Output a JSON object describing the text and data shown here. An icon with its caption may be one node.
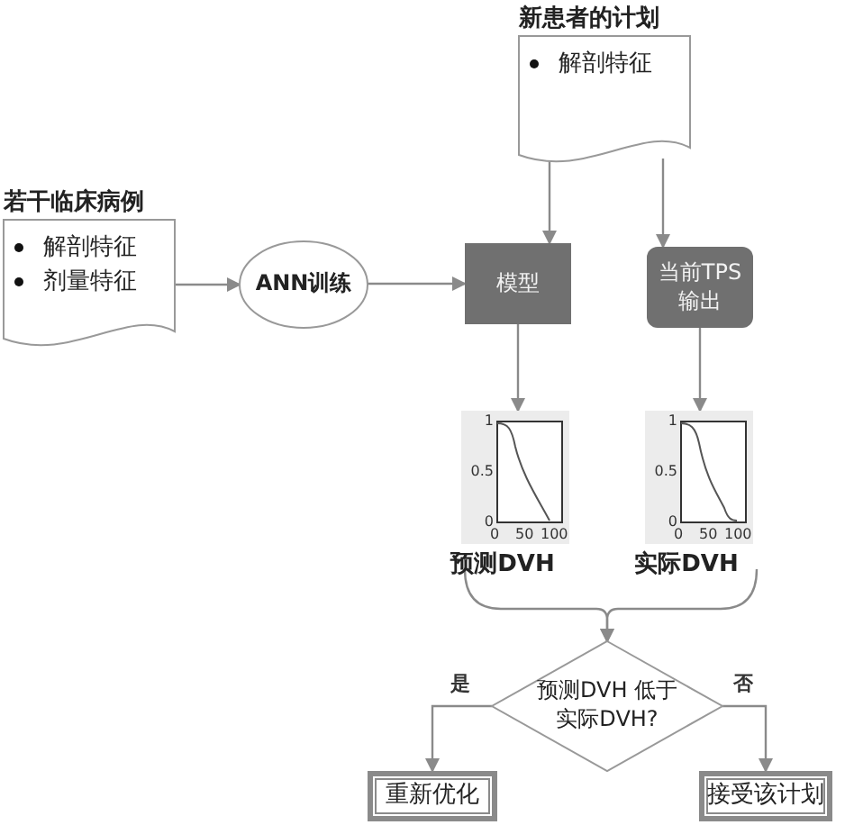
{
  "diagram": {
    "nodes": [
      {
        "text": [
          "新患者的计划",
          "解剖特征"
        ]
      },
      {
        "text": [
          "若干临床病例",
          "解剖特征",
          "剂量特征"
        ]
      },
      {
        "text": [
          "ANN训练"
        ]
      },
      {
        "text": [
          "模型"
        ]
      },
      {
        "text": [
          "当前TPS 输出"
        ]
      },
      {
        "text": [
          "预测DVH"
        ]
      },
      {
        "text": [
          "实际DVH"
        ]
      },
      {
        "text": [
          "预测DVH 低于实际DVH?"
        ]
      },
      {
        "text": [
          "重新优化"
        ]
      },
      {
        "text": [
          "接受该计划"
        ]
      }
    ],
    "edges": [
      {
        "from": 1,
        "to": 2,
        "arrow": "to"
      },
      {
        "from": 2,
        "to": 3,
        "arrow": "to"
      },
      {
        "from": 0,
        "to": 3,
        "arrow": "to"
      },
      {
        "from": 0,
        "to": 4,
        "arrow": "to"
      },
      {
        "from": 3,
        "to": 5,
        "arrow": "to"
      },
      {
        "from": 4,
        "to": 6,
        "arrow": "to"
      },
      {
        "from": 5,
        "to": 7,
        "arrow": "to"
      },
      {
        "from": 6,
        "to": 7,
        "arrow": "to"
      },
      {
        "from": 7,
        "to": 8,
        "arrow": "to",
        "label": "是"
      },
      {
        "from": 7,
        "to": 9,
        "arrow": "to",
        "label": "否"
      }
    ],
    "labels": [
      "1",
      "0.5",
      "0",
      "0",
      "50",
      "100",
      "1",
      "0.5",
      "0",
      "0",
      "50",
      "100"
    ]
  }
}
